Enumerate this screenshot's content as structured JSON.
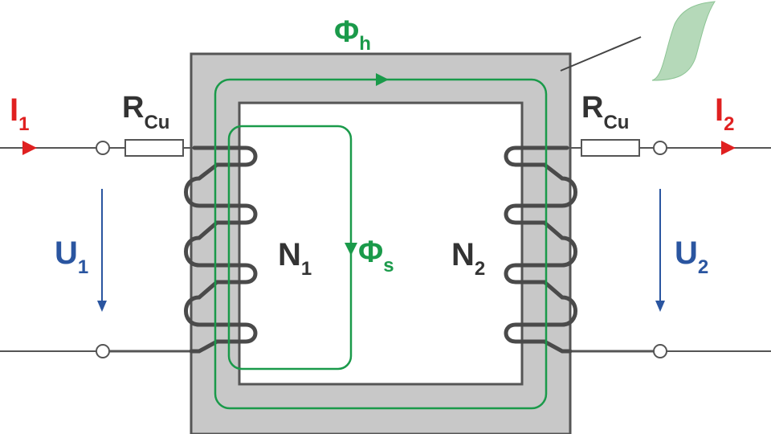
{
  "labels": {
    "flux_main": {
      "symbol": "Φ",
      "sub": "h"
    },
    "flux_leak": {
      "symbol": "Φ",
      "sub": "s"
    },
    "current_in": {
      "symbol": "I",
      "sub": "1"
    },
    "current_out": {
      "symbol": "I",
      "sub": "2"
    },
    "resistor_in": {
      "symbol": "R",
      "sub": "Cu"
    },
    "resistor_out": {
      "symbol": "R",
      "sub": "Cu"
    },
    "voltage_in": {
      "symbol": "U",
      "sub": "1"
    },
    "voltage_out": {
      "symbol": "U",
      "sub": "2"
    },
    "turns_primary": {
      "symbol": "N",
      "sub": "1"
    },
    "turns_secondary": {
      "symbol": "N",
      "sub": "2"
    }
  },
  "colors": {
    "core_fill": "#c8c8c8",
    "core_stroke": "#555555",
    "wire": "#555555",
    "coil": "#4a4a4a",
    "flux": "#1a9a4a",
    "current": "#e02020",
    "voltage": "#2a55a0",
    "text_dark": "#333333",
    "hysteresis_fill": "#b5d9b9"
  }
}
